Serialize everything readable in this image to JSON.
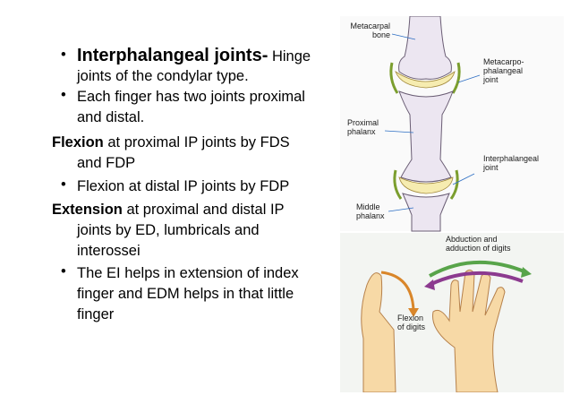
{
  "slide": {
    "bullets": [
      {
        "bold": "Interphalangeal joints-",
        "rest": " Hinge",
        "cont": "joints of the condylar type."
      },
      {
        "text": " Each finger has two joints proximal",
        "cont": "and distal."
      }
    ],
    "flexion": {
      "bold": "Flexion",
      "rest": " at proximal IP joints by  FDS",
      "cont": "and FDP"
    },
    "flexion_distal": "Flexion at distal IP joints by FDP",
    "extension": {
      "bold": "Extension",
      "rest": " at proximal and  distal IP",
      "cont1": "joints by ED, lumbricals and",
      "cont2": "interossei"
    },
    "last_bullet": {
      "line1": "The EI helps in extension of index",
      "line2": "finger and EDM helps in that little",
      "line3": "finger"
    },
    "bullet_char": "•"
  },
  "figure": {
    "labels": {
      "metacarpal": [
        "Metacarpal",
        "bone"
      ],
      "mcp": [
        "Metacarpo-",
        "phalangeal",
        "joint"
      ],
      "proximal": [
        "Proximal",
        "phalanx"
      ],
      "ip": [
        "Interphalangeal",
        "joint"
      ],
      "middle": [
        "Middle",
        "phalanx"
      ],
      "abduction": [
        "Abduction and",
        "adduction of digits"
      ],
      "flexion_digits": [
        "Flexion",
        "of digits"
      ]
    },
    "colors": {
      "bone": "#ece6f1",
      "cartilage": "#f6ecb0",
      "joint": "#7b9e2e",
      "arrow_blue": "#2e6fc4",
      "arrow_orange": "#d9862a",
      "arrow_green": "#58a44a",
      "arrow_purple": "#8c3a8f",
      "skin": "#f7d9a6",
      "skin_outline": "#b6814b",
      "panel_bg": "#f3f5f2"
    }
  }
}
